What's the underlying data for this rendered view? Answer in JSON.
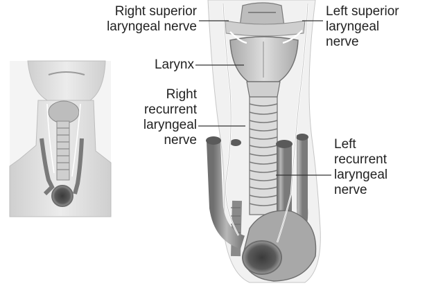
{
  "labels": {
    "right_superior": [
      "Right superior",
      "laryngeal nerve"
    ],
    "left_superior": [
      "Left superior",
      "laryngeal",
      "nerve"
    ],
    "larynx": "Larynx",
    "right_recurrent": [
      "Right",
      "recurrent",
      "laryngeal",
      "nerve"
    ],
    "left_recurrent": [
      "Left",
      "recurrent",
      "laryngeal",
      "nerve"
    ]
  },
  "colors": {
    "text": "#222222",
    "leader": "#333333",
    "tissue_light": "#dcdcdc",
    "tissue_mid": "#b5b5b5",
    "tissue_dark": "#6e6e6e",
    "vessel": "#8e8e8e",
    "nerve": "#ffffff"
  }
}
